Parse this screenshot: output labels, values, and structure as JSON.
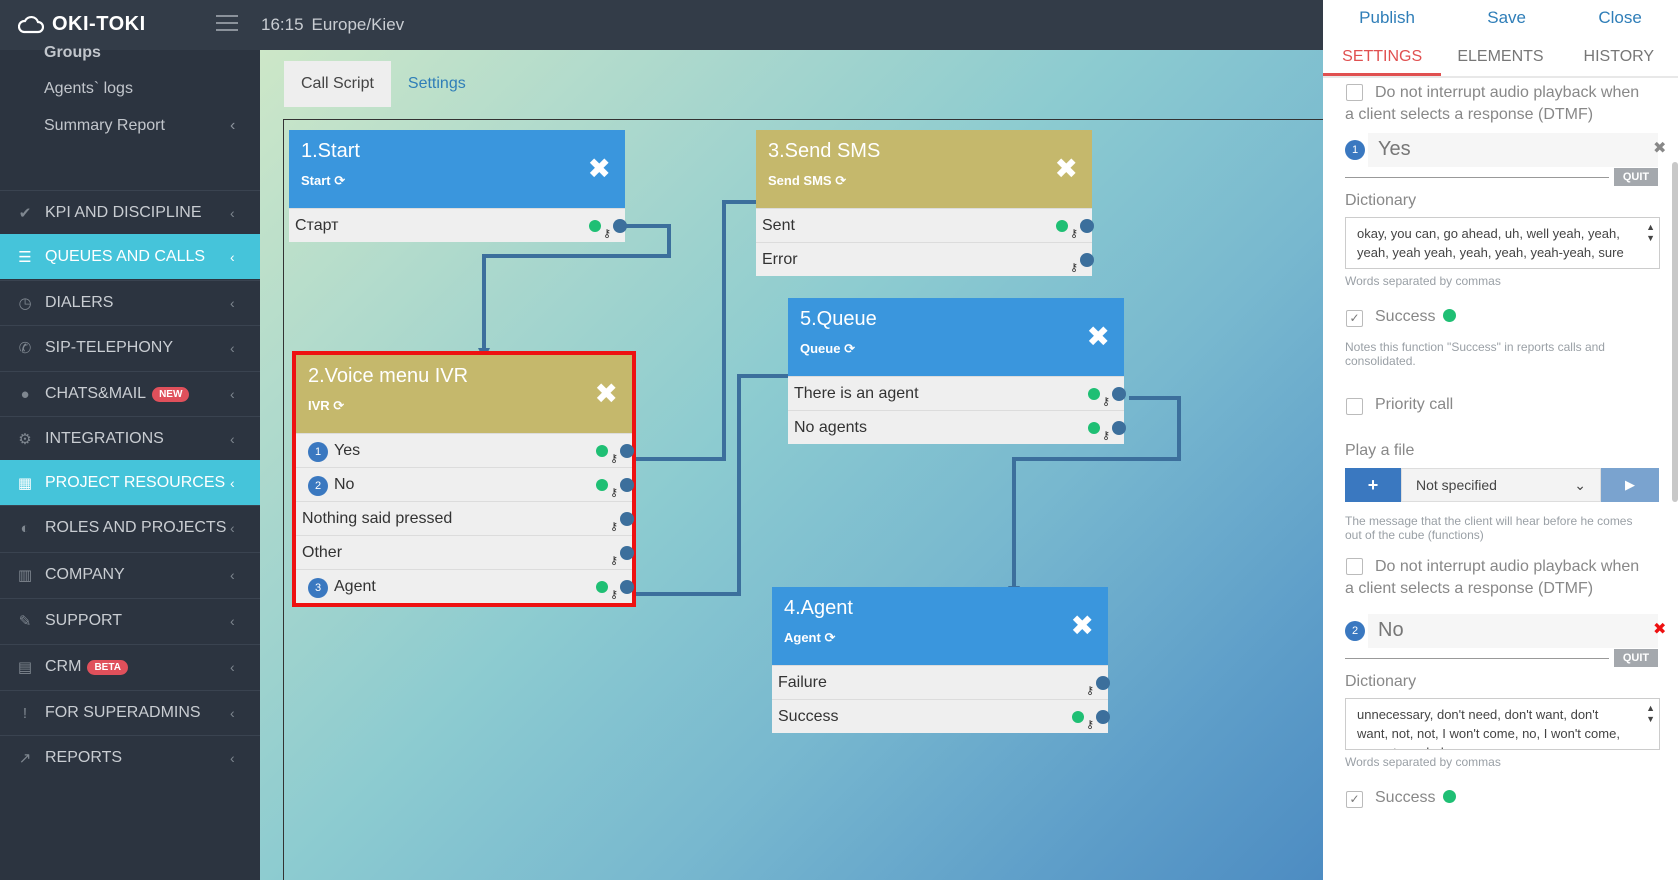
{
  "app": {
    "logo": "OKI-TOKI",
    "time": "16:15",
    "timezone": "Europe/Kiev"
  },
  "sidebar": {
    "sub_items": [
      "Groups",
      "Agents` logs",
      "Summary Report"
    ],
    "items": [
      {
        "label": "KPI AND DISCIPLINE",
        "icon": "check-icon",
        "glyph": "✔"
      },
      {
        "label": "QUEUES AND CALLS",
        "icon": "list-icon",
        "glyph": "☰"
      },
      {
        "label": "DIALERS",
        "icon": "clock-icon",
        "glyph": "◷"
      },
      {
        "label": "SIP-TELEPHONY",
        "icon": "phone-icon",
        "glyph": "✆"
      },
      {
        "label": "CHATS&MAIL",
        "icon": "chat-icon",
        "glyph": "●",
        "badge": "NEW"
      },
      {
        "label": "INTEGRATIONS",
        "icon": "gears-icon",
        "glyph": "⚙"
      },
      {
        "label": "PROJECT RESOURCES",
        "icon": "grid-icon",
        "glyph": "▦"
      },
      {
        "label": "ROLES AND PROJECTS",
        "icon": "toggle-icon",
        "glyph": "◐"
      },
      {
        "label": "COMPANY",
        "icon": "bar-chart-icon",
        "glyph": "▥"
      },
      {
        "label": "SUPPORT",
        "icon": "wrench-icon",
        "glyph": "✎"
      },
      {
        "label": "CRM",
        "icon": "card-icon",
        "glyph": "▤",
        "badge": "BETA"
      },
      {
        "label": "FOR SUPERADMINS",
        "icon": "exclamation-icon",
        "glyph": "!"
      },
      {
        "label": "REPORTS",
        "icon": "line-chart-icon",
        "glyph": "↗"
      }
    ],
    "chevron": "‹"
  },
  "workspace": {
    "tabs": [
      "Call Script",
      "Settings"
    ]
  },
  "nodes": [
    {
      "title": "1.Start",
      "type": "Start",
      "color": "#3a96dd",
      "rows": [
        {
          "label": "Старт",
          "green": true
        }
      ]
    },
    {
      "title": "3.Send SMS",
      "type": "Send SMS",
      "color": "#c5b86c",
      "rows": [
        {
          "label": "Sent",
          "green": true
        },
        {
          "label": "Error",
          "green": false
        }
      ]
    },
    {
      "title": "5.Queue",
      "type": "Queue",
      "color": "#3a96dd",
      "rows": [
        {
          "label": "There is an agent",
          "green": true
        },
        {
          "label": "No agents",
          "green": true
        }
      ]
    },
    {
      "title": "2.Voice menu IVR",
      "type": "IVR",
      "color": "#c5b86c",
      "rows": [
        {
          "num": "1",
          "label": "Yes",
          "green": true
        },
        {
          "num": "2",
          "label": "No",
          "green": true
        },
        {
          "label": "Nothing said pressed",
          "green": false
        },
        {
          "label": "Other",
          "green": false
        },
        {
          "num": "3",
          "label": "Agent",
          "green": true
        }
      ]
    },
    {
      "title": "4.Agent",
      "type": "Agent",
      "color": "#3a96dd",
      "rows": [
        {
          "label": "Failure",
          "green": false
        },
        {
          "label": "Success",
          "green": true
        }
      ]
    }
  ],
  "panel": {
    "actions": [
      "Publish",
      "Save",
      "Close"
    ],
    "tabs": [
      "SETTINGS",
      "ELEMENTS",
      "HISTORY"
    ],
    "dtmf_text": "Do not interrupt audio playback when a client selects a response (DTMF)",
    "response1": {
      "num": "1",
      "value": "Yes",
      "quit": "QUIT",
      "dictionary_label": "Dictionary",
      "dictionary": "okay, you can, go ahead, uh, well yeah, yeah, yeah, yeah yeah, yeah, yeah, yeah-yeah, sure",
      "hint": "Words separated by commas",
      "success": "Success",
      "success_note": "Notes this function \"Success\" in reports calls and consolidated.",
      "priority": "Priority call",
      "play_label": "Play a file",
      "play_value": "Not specified",
      "play_note": "The message that the client will hear before he comes out of the cube (functions)"
    },
    "response2": {
      "num": "2",
      "value": "No",
      "quit": "QUIT",
      "dictionary_label": "Dictionary",
      "dictionary": "unnecessary, don't need, don't want, don't want, not, not, I won't come, no, I won't come, no, not needed",
      "hint": "Words separated by commas",
      "success": "Success"
    }
  }
}
